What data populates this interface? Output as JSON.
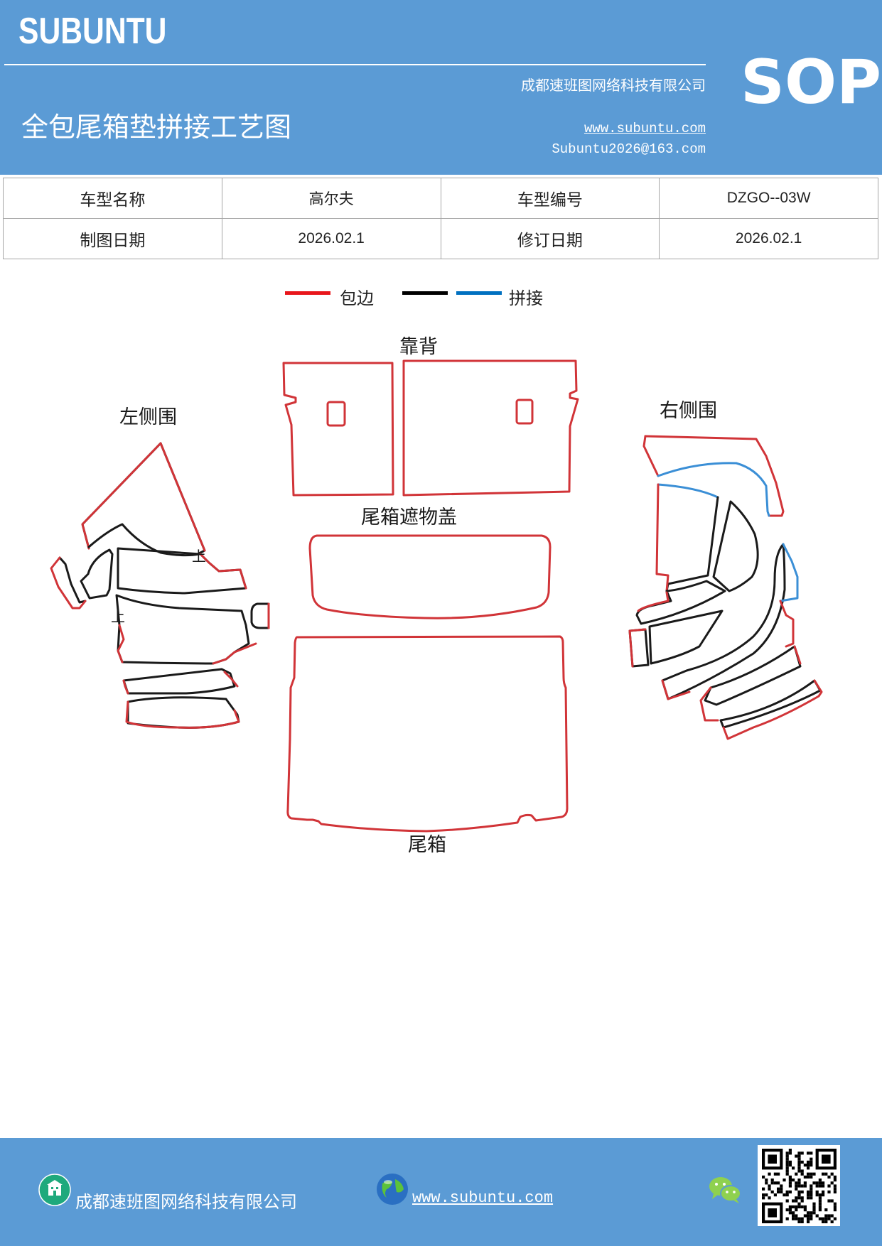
{
  "header": {
    "brand": "SUBUNTU",
    "company": "成都速班图网络科技有限公司",
    "title": "全包尾箱垫拼接工艺图",
    "website": "www.subuntu.com",
    "email": "Subuntu2026@163.com",
    "badge": "SOP"
  },
  "info_table": {
    "rows": [
      [
        "车型名称",
        "高尔夫",
        "车型编号",
        "DZGO--03W"
      ],
      [
        "制图日期",
        "2026.02.1",
        "修订日期",
        "2026.02.1"
      ]
    ]
  },
  "legend": {
    "items": [
      {
        "label": "包边",
        "color": "#e8161b"
      },
      {
        "label": "",
        "color": "#000000"
      },
      {
        "label": "拼接",
        "color": "#0070c0"
      }
    ]
  },
  "diagram": {
    "labels": {
      "backrest": "靠背",
      "left_side": "左侧围",
      "right_side": "右侧围",
      "cover": "尾箱遮物盖",
      "trunk": "尾箱",
      "up_mark": "上"
    },
    "colors": {
      "edge": "#d13438",
      "seam": "#1a1a1a",
      "splice": "#3b8fd6"
    }
  },
  "footer": {
    "company": "成都速班图网络科技有限公司",
    "website": "www.subuntu.com",
    "icons": [
      "building-icon",
      "globe-icon",
      "wechat-icon",
      "qr-code"
    ]
  }
}
